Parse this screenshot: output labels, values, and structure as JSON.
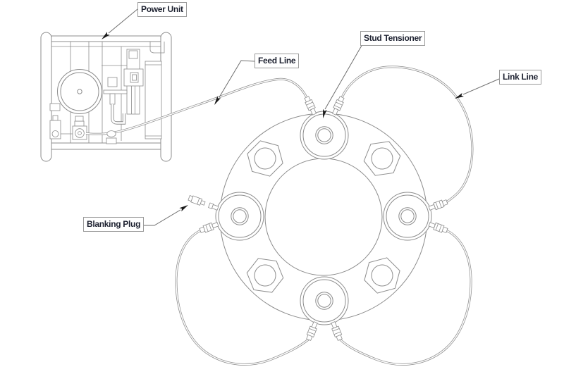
{
  "diagram": {
    "type": "technical-line-drawing",
    "subject": "hydraulic stud tensioning system layout",
    "callouts": {
      "power_unit": "Power Unit",
      "feed_line": "Feed Line",
      "stud_tensioner": "Stud Tensioner",
      "link_line": "Link Line",
      "blanking_plug": "Blanking Plug"
    },
    "components": [
      "power-unit",
      "feed-line-hose",
      "stud-tensioner",
      "link-line-hose",
      "blanking-plug",
      "flange-ring",
      "hex-nut",
      "hose-connector"
    ],
    "counts": {
      "stud_tensioners": 4,
      "hex_nuts": 4,
      "link_lines": 3,
      "feed_lines": 1,
      "blanking_plugs": 1
    },
    "colors": {
      "line": "#8c8c8c",
      "label_border": "#9a9a9a",
      "label_text": "#1d2130",
      "arrow": "#1a1a1a",
      "leader": "#6e6e6e",
      "background": "#ffffff"
    }
  }
}
